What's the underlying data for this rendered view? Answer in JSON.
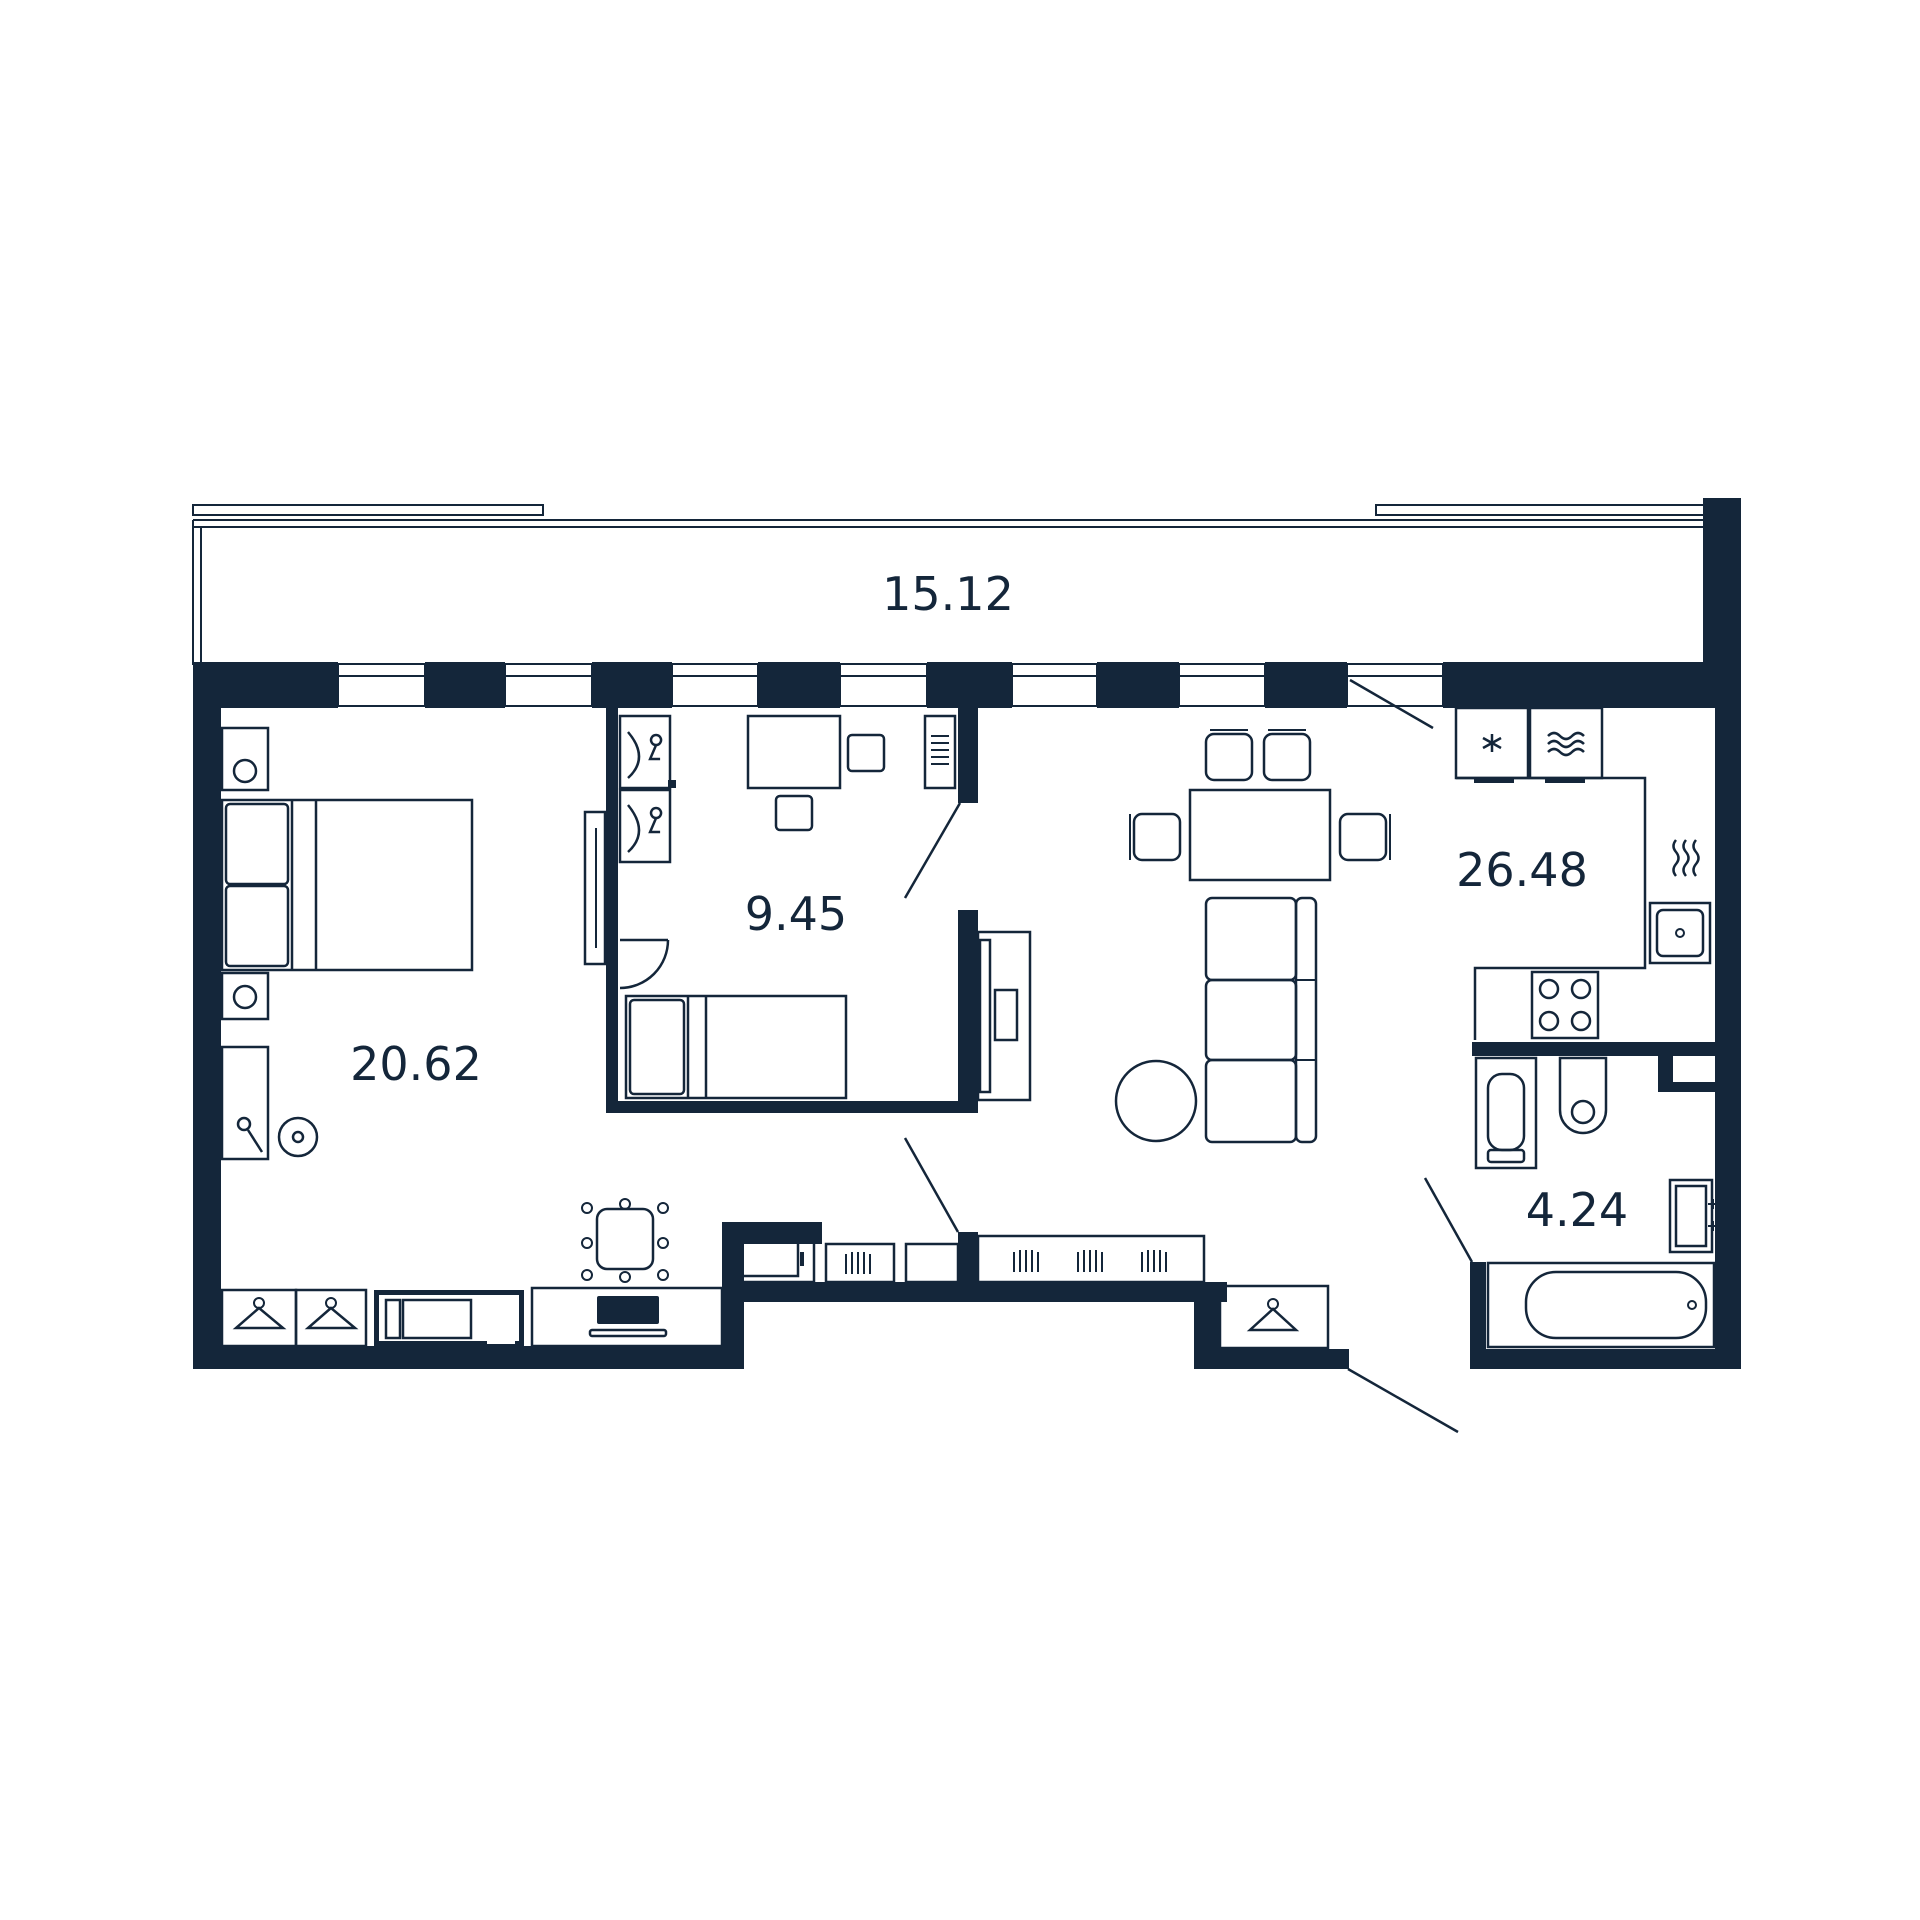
{
  "plan": {
    "colors": {
      "wall": "#14263a",
      "background": "#ffffff"
    },
    "rooms": [
      {
        "id": "balcony",
        "area": "15.12"
      },
      {
        "id": "bedroom",
        "area": "20.62"
      },
      {
        "id": "study",
        "area": "9.45"
      },
      {
        "id": "living-kitchen",
        "area": "26.48"
      },
      {
        "id": "bathroom",
        "area": "4.24"
      }
    ],
    "icons": [
      "freezer-icon",
      "heating-icon",
      "hanger-icon",
      "stove-icon",
      "sink-icon",
      "toilet-icon",
      "bathtub-icon",
      "washing-machine-icon",
      "radiator-icon",
      "laptop-icon",
      "chair-icon",
      "bed-icon",
      "sofa-icon",
      "dining-table-icon"
    ]
  }
}
